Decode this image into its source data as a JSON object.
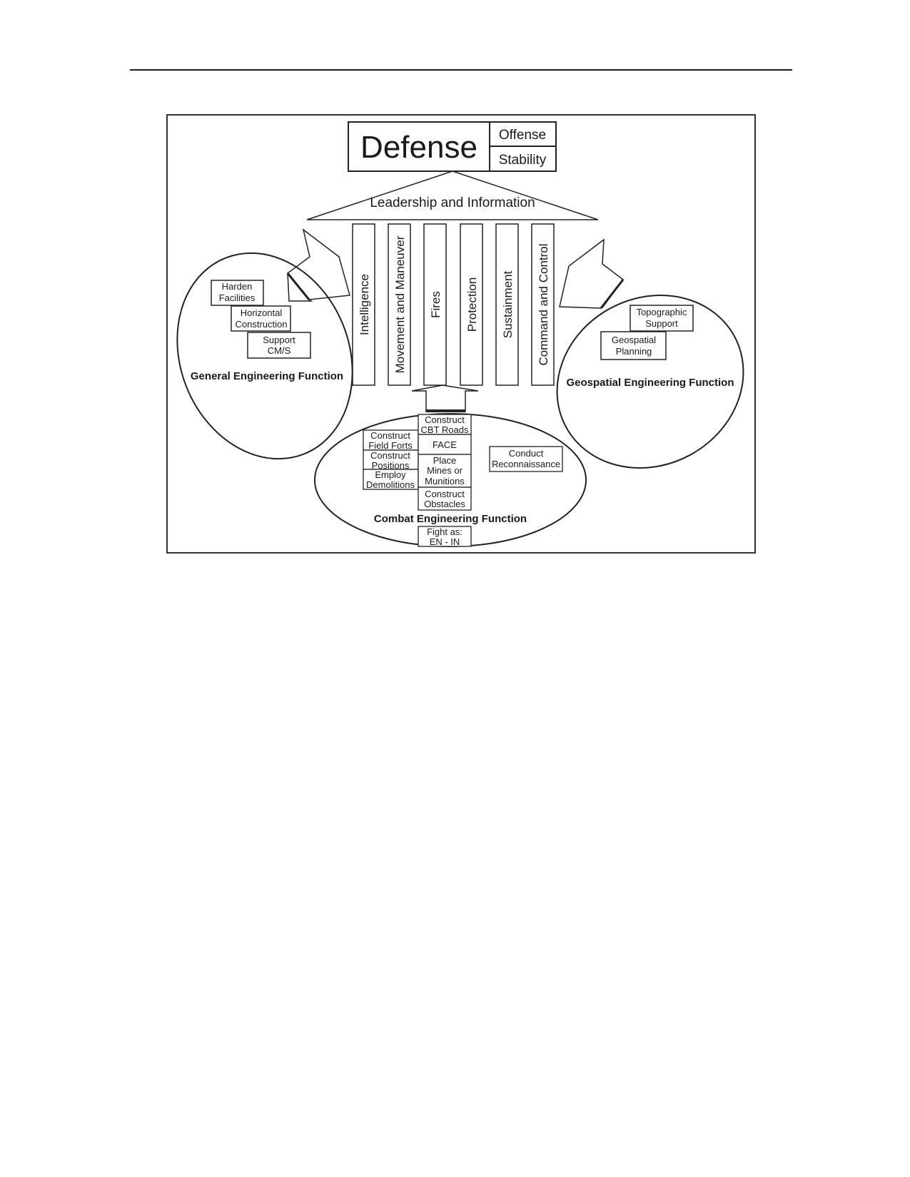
{
  "header": {
    "primary": "Defense",
    "secondary": [
      "Offense",
      "Stability"
    ]
  },
  "roof": {
    "label": "Leadership and Information"
  },
  "pillars": [
    "Intelligence",
    "Movement and Maneuver",
    "Fires",
    "Protection",
    "Sustainment",
    "Command and Control"
  ],
  "general_engineering": {
    "title": "General Engineering Function",
    "tasks": [
      [
        "Harden",
        "Facilities"
      ],
      [
        "Horizontal",
        "Construction"
      ],
      [
        "Support",
        "CM/S"
      ]
    ]
  },
  "geospatial_engineering": {
    "title": "Geospatial Engineering Function",
    "tasks": [
      [
        "Topographic",
        "Support"
      ],
      [
        "Geospatial",
        "Planning"
      ]
    ]
  },
  "combat_engineering": {
    "title": "Combat Engineering Function",
    "left_tasks": [
      [
        "Construct",
        "Field Forts"
      ],
      [
        "Construct",
        "Positions"
      ],
      [
        "Employ",
        "Demolitions"
      ]
    ],
    "center_tasks": [
      [
        "Construct",
        "CBT Roads"
      ],
      [
        "FACE"
      ],
      [
        "Place",
        "Mines or",
        "Munitions"
      ],
      [
        "Construct",
        "Obstacles"
      ]
    ],
    "right_task": [
      "Conduct",
      "Reconnaissance"
    ],
    "bottom_task": [
      "Fight as:",
      "EN - IN"
    ]
  }
}
